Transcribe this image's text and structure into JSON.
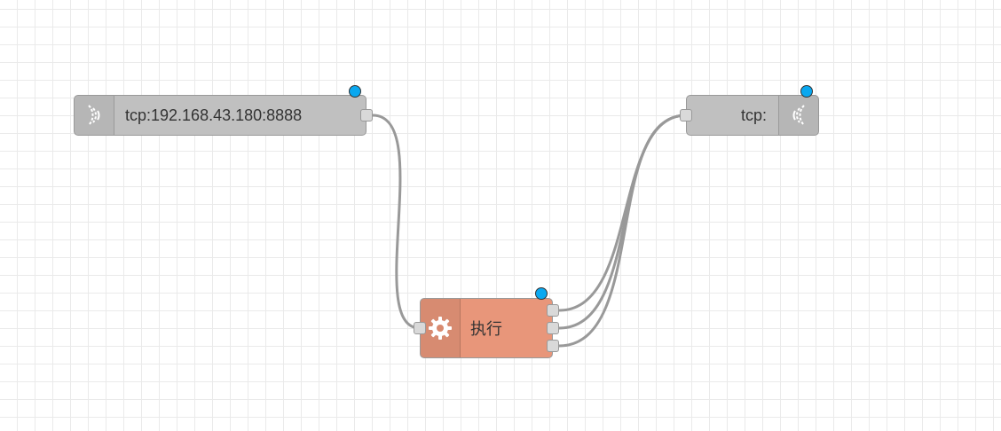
{
  "flow": {
    "nodes": {
      "tcp_in": {
        "label": "tcp:192.168.43.180:8888",
        "icon": "tcp-in-icon",
        "color": "#c0c0c0",
        "outputs": 1
      },
      "exec": {
        "label": "执行",
        "icon": "gear-icon",
        "color": "#e8967a",
        "outputs": 3
      },
      "tcp_out": {
        "label": "tcp:",
        "icon": "tcp-out-icon",
        "color": "#c0c0c0",
        "inputs": 1
      }
    },
    "status_color": "#0aa8f0",
    "wire_color": "#999999"
  }
}
